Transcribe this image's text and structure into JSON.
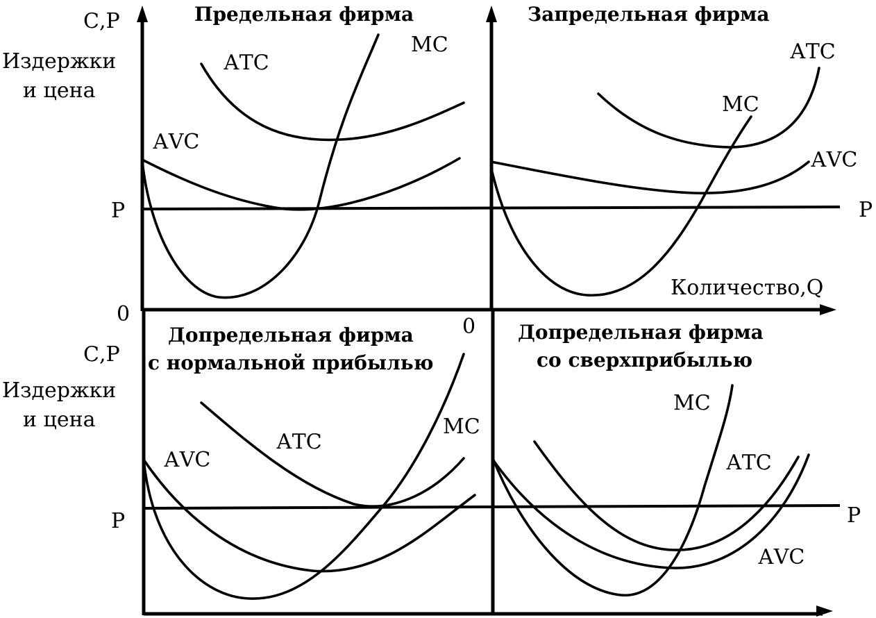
{
  "y_axis": {
    "symbol": "С,Р",
    "label_line1": "Издержки",
    "label_line2": "и цена"
  },
  "x_axis": {
    "label": "Количество,Q"
  },
  "origin": {
    "left": "0",
    "right": "0"
  },
  "price_label": "Р",
  "curves": {
    "atc": "АТС",
    "avc": "АVC",
    "mc": "МС"
  },
  "panels": {
    "top_left": {
      "title": "Предельная фирма"
    },
    "top_right": {
      "title": "Запредельная фирма"
    },
    "bottom_left": {
      "title_line1": "Допредельная фирма",
      "title_line2": "с нормальной прибылью"
    },
    "bottom_right": {
      "title_line1": "Допредельная фирма",
      "title_line2": "со сверхприбылью"
    }
  }
}
